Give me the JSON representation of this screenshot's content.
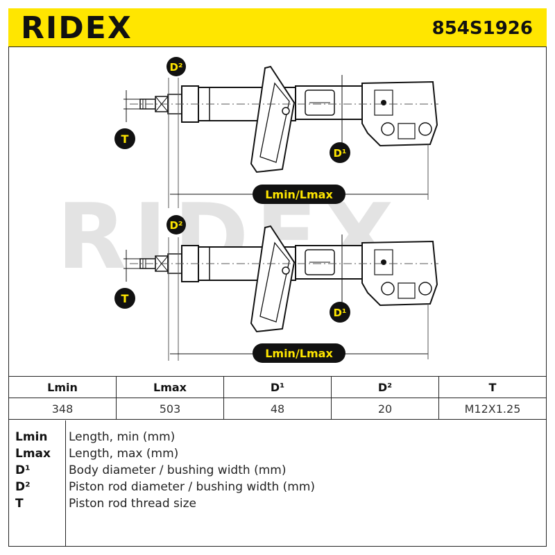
{
  "header": {
    "brand": "RIDEX",
    "part_number": "854S1926"
  },
  "drawing": {
    "watermark": "RIDEX",
    "labels": {
      "d2": "D²",
      "d1": "D¹",
      "t": "T",
      "length": "Lmin/Lmax"
    }
  },
  "spec_table": {
    "headers": [
      "Lmin",
      "Lmax",
      "D¹",
      "D²",
      "T"
    ],
    "values": [
      "348",
      "503",
      "48",
      "20",
      "M12X1.25"
    ]
  },
  "legend": [
    {
      "key": "Lmin",
      "desc": "Length, min (mm)"
    },
    {
      "key": "Lmax",
      "desc": "Length, max (mm)"
    },
    {
      "key": "D¹",
      "desc": "Body diameter / bushing width (mm)"
    },
    {
      "key": "D²",
      "desc": "Piston rod diameter / bushing width (mm)"
    },
    {
      "key": "T",
      "desc": "Piston rod thread size"
    }
  ],
  "colors": {
    "accent_yellow": "#ffe600",
    "line": "#111111",
    "watermark": "#e3e3e3"
  }
}
